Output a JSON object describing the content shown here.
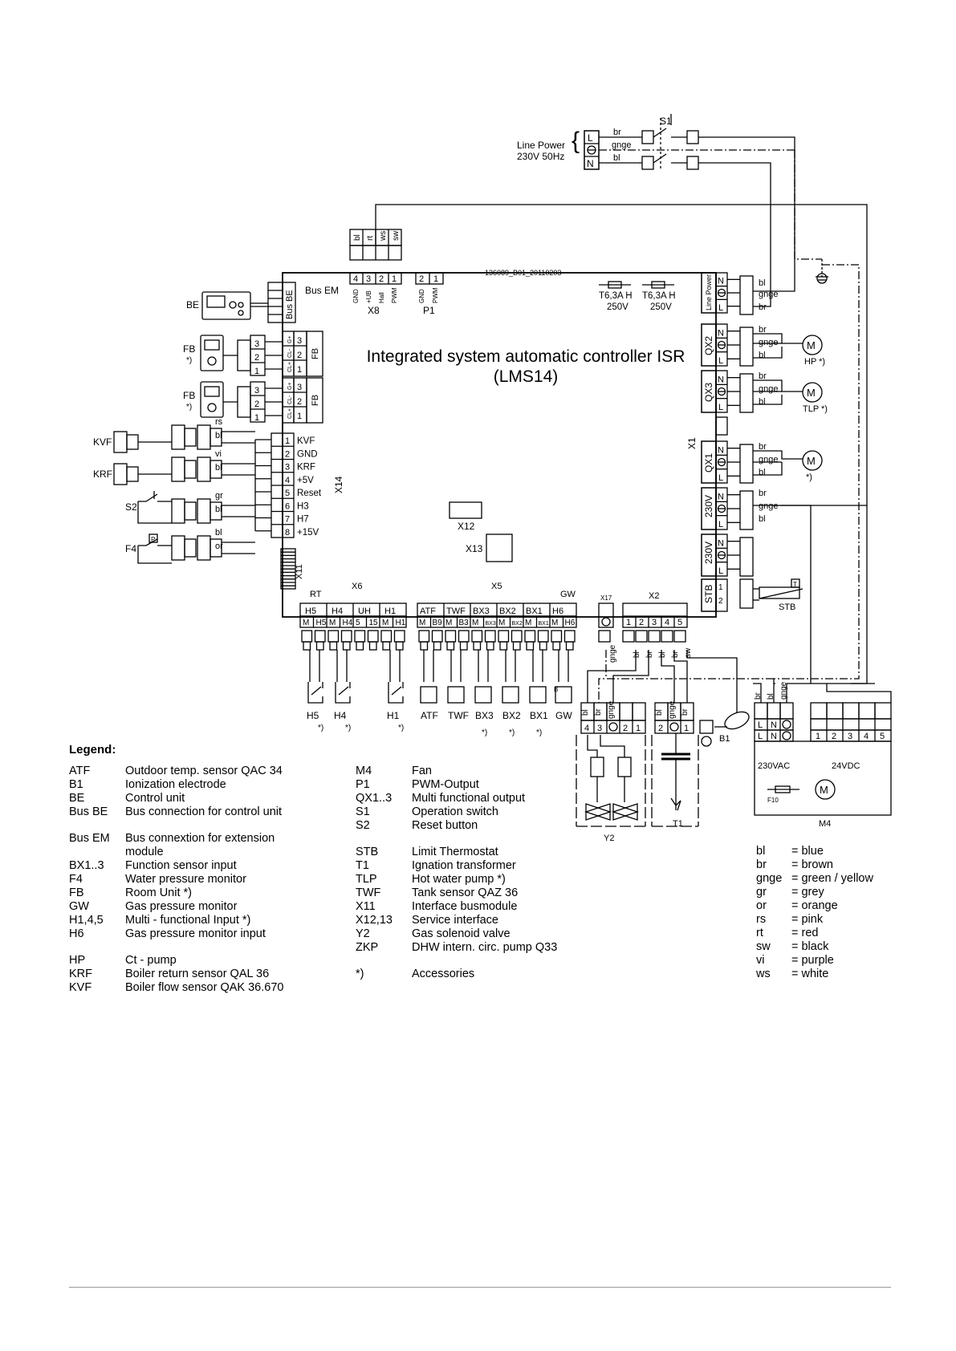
{
  "controller": {
    "title": "Integrated system automatic controller ISR",
    "model": "(LMS14)",
    "revision": "136089_B01_20110203"
  },
  "power": {
    "line_power": "Line Power",
    "voltage": "230V 50Hz",
    "switch": "S1",
    "terminals": [
      "L",
      "N"
    ],
    "wires": [
      "br",
      "gnge",
      "bl"
    ]
  },
  "top_connector": {
    "wires": [
      "bl",
      "rt",
      "ws",
      "sw"
    ],
    "x8_pins": [
      "4",
      "3",
      "2",
      "1"
    ],
    "x8_labels": [
      "GND",
      "+UB",
      "Hall",
      "PWM"
    ],
    "x8_name": "X8",
    "p1_pins": [
      "2",
      "1"
    ],
    "p1_labels": [
      "GND",
      "PWM"
    ],
    "p1_name": "P1",
    "bus_em": "Bus EM",
    "bus_be": "Bus BE"
  },
  "fuses": [
    {
      "name": "T6,3A H",
      "rating": "250V"
    },
    {
      "name": "T6,3A H",
      "rating": "250V"
    }
  ],
  "right_outputs": {
    "line_power": "Line Power",
    "wires_lp": [
      "bl",
      "gnge",
      "br"
    ],
    "qx2": "QX2",
    "qx3": "QX3",
    "qx1": "QX1",
    "x1": "X1",
    "v230a": "230V",
    "v230b": "230V",
    "stb": "STB",
    "qx_wires": [
      "br",
      "gnge",
      "bl"
    ],
    "hp": "HP *)",
    "tlp": "TLP *)",
    "star": "*)",
    "stb_label": "STB",
    "n": "N",
    "l": "L"
  },
  "left_side": {
    "be": "BE",
    "fb": "FB",
    "fb_star": "*)",
    "fb_pins": [
      "3",
      "2",
      "1"
    ],
    "fb_sig": [
      "G+",
      "CL-",
      "CL+"
    ],
    "fb_label": "FB",
    "x14": "X14",
    "x11": "X11",
    "x14_pins": [
      "1",
      "2",
      "3",
      "4",
      "5",
      "6",
      "7",
      "8"
    ],
    "x14_labels": [
      "KVF",
      "GND",
      "KRF",
      "+5V",
      "Reset",
      "H3",
      "H7",
      "+15V"
    ],
    "kvf": "KVF",
    "krf": "KRF",
    "s2": "S2",
    "f4": "F4",
    "p": "P",
    "wires": [
      "rs",
      "bl",
      "vi",
      "bl",
      "gr",
      "bl",
      "bl",
      "or"
    ]
  },
  "bottom": {
    "rt": "RT",
    "x6": "X6",
    "x5": "X5",
    "gw_top": "GW",
    "x6_groups": [
      "H5",
      "H4",
      "UH",
      "H1"
    ],
    "x6_pins": [
      "M",
      "H5",
      "M",
      "H4",
      "5",
      "15",
      "M",
      "H1"
    ],
    "x5_groups": [
      "ATF",
      "TWF",
      "BX3",
      "BX2",
      "BX1",
      "H6"
    ],
    "x5_pins": [
      "M",
      "B9",
      "M",
      "B3",
      "M",
      "BX3",
      "M",
      "BX2",
      "M",
      "BX1",
      "M",
      "H6"
    ],
    "x17": "X17",
    "x2": "X2",
    "x2_pins": [
      "1",
      "2",
      "3",
      "4",
      "5"
    ],
    "x12": "X12",
    "x13": "X13",
    "x2_wires": [
      "gnge",
      "bl",
      "br",
      "bl",
      "br",
      "sw"
    ],
    "sensors": [
      "H5",
      "H4",
      "H1",
      "ATF",
      "TWF",
      "BX3",
      "BX2",
      "BX1",
      "GW"
    ],
    "sensor_star": "*)",
    "y2_wires": [
      "bl",
      "br",
      "gnge"
    ],
    "y2_pins": [
      "4",
      "3",
      "2",
      "1"
    ],
    "t1_wires": [
      "bl",
      "gnge",
      "br"
    ],
    "t1_pins": [
      "2",
      "1"
    ],
    "y2": "Y2",
    "t1": "T1",
    "b1": "B1",
    "m4_wires": [
      "br",
      "bl",
      "gnge"
    ],
    "m4_pins_ac": [
      "L",
      "N"
    ],
    "m4_pins_dc": [
      "1",
      "2",
      "3",
      "4",
      "5"
    ],
    "vac": "230VAC",
    "vdc": "24VDC",
    "f10": "F10",
    "m4": "M4",
    "m": "M",
    "b": "B"
  },
  "legend": {
    "title": "Legend:",
    "col1": [
      {
        "k": "ATF",
        "v": "Outdoor temp. sensor QAC 34"
      },
      {
        "k": "B1",
        "v": "Ionization electrode"
      },
      {
        "k": "BE",
        "v": "Control unit"
      },
      {
        "k": "Bus BE",
        "v": "Bus connection for control unit"
      },
      {
        "k": "Bus EM",
        "v": "Bus connextion for extension"
      },
      {
        "k": "",
        "v": "module"
      },
      {
        "k": "BX1..3",
        "v": "Function sensor input"
      },
      {
        "k": "F4",
        "v": "Water pressure monitor"
      },
      {
        "k": "FB",
        "v": "Room Unit *)"
      },
      {
        "k": "GW",
        "v": "Gas pressure monitor"
      },
      {
        "k": "H1,4,5",
        "v": "Multi - functional Input *)"
      },
      {
        "k": "H6",
        "v": "Gas pressure monitor input"
      },
      {
        "k": "HP",
        "v": "Ct - pump"
      },
      {
        "k": "KRF",
        "v": "Boiler return sensor QAL 36"
      },
      {
        "k": "KVF",
        "v": "Boiler flow sensor QAK 36.670"
      }
    ],
    "col2": [
      {
        "k": "M4",
        "v": "Fan"
      },
      {
        "k": "P1",
        "v": "PWM-Output"
      },
      {
        "k": "QX1..3",
        "v": "Multi functional output"
      },
      {
        "k": "S1",
        "v": "Operation switch"
      },
      {
        "k": "S2",
        "v": "Reset button"
      },
      {
        "k": "STB",
        "v": "Limit Thermostat"
      },
      {
        "k": "T1",
        "v": "Ignation transformer"
      },
      {
        "k": "TLP",
        "v": "Hot water pump *)"
      },
      {
        "k": "TWF",
        "v": "Tank sensor QAZ 36"
      },
      {
        "k": "X11",
        "v": "Interface busmodule"
      },
      {
        "k": "X12,13",
        "v": "Service interface"
      },
      {
        "k": "Y2",
        "v": "Gas solenoid valve"
      },
      {
        "k": "ZKP",
        "v": "DHW intern. circ. pump Q33"
      },
      {
        "k": "*)",
        "v": "Accessories"
      }
    ],
    "col3": [
      {
        "k": "bl",
        "v": "= blue"
      },
      {
        "k": "br",
        "v": "= brown"
      },
      {
        "k": "gnge",
        "v": "= green / yellow"
      },
      {
        "k": "gr",
        "v": "= grey"
      },
      {
        "k": "or",
        "v": "= orange"
      },
      {
        "k": "rs",
        "v": "= pink"
      },
      {
        "k": "rt",
        "v": "= red"
      },
      {
        "k": "sw",
        "v": "= black"
      },
      {
        "k": "vi",
        "v": "= purple"
      },
      {
        "k": "ws",
        "v": "= white"
      }
    ]
  }
}
